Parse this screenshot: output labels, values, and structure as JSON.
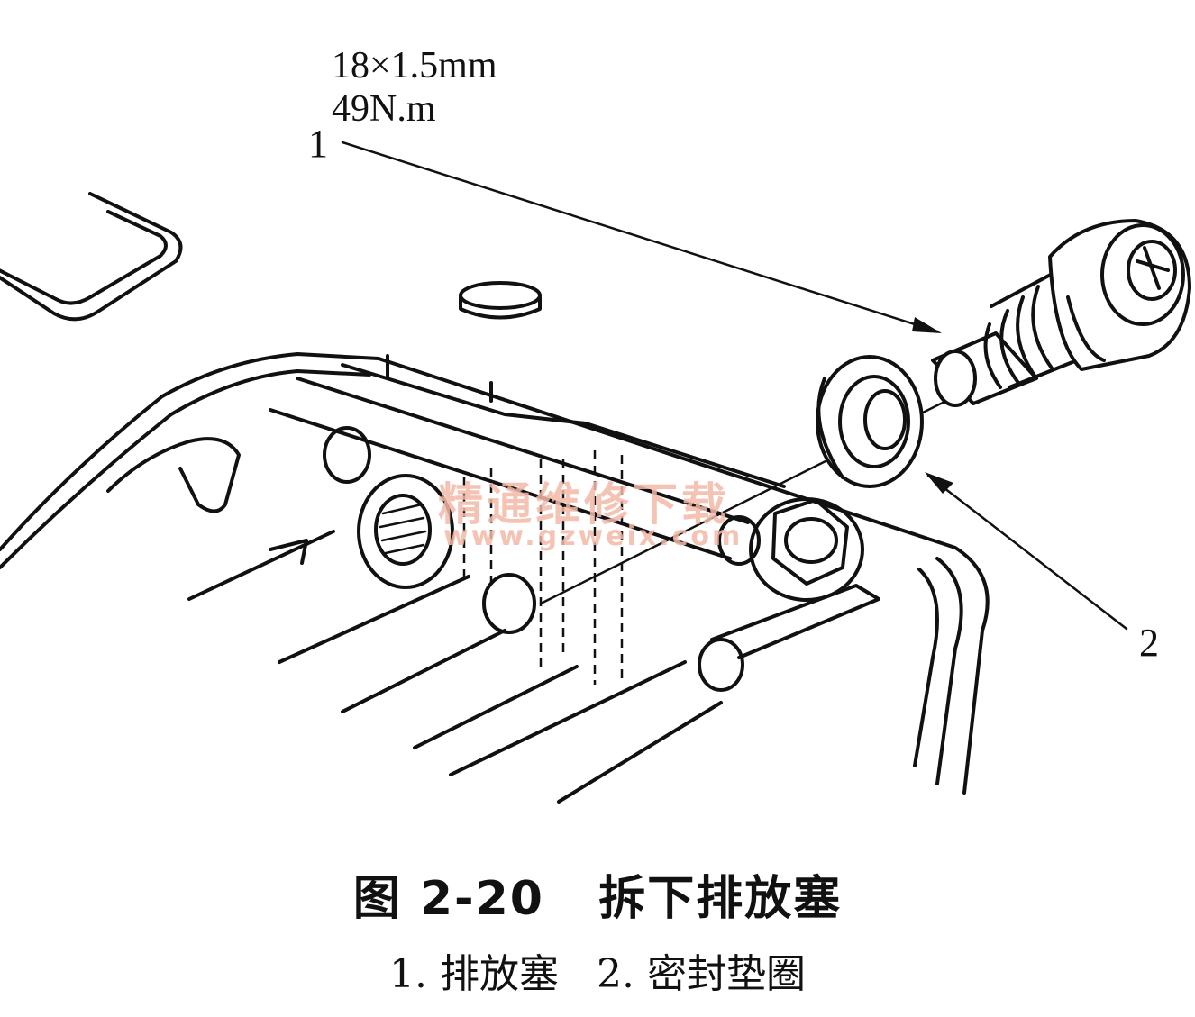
{
  "figure": {
    "spec_thread": "18×1.5mm",
    "spec_torque": "49N.m",
    "callouts": [
      {
        "number": "1",
        "target": "drain plug"
      },
      {
        "number": "2",
        "target": "sealing washer"
      }
    ],
    "title": "图 2-20   拆下排放塞",
    "caption": "1. 排放塞   2. 密封垫圈"
  },
  "watermark": {
    "text": "精通维修下载",
    "url": "www.gzweix.com"
  }
}
